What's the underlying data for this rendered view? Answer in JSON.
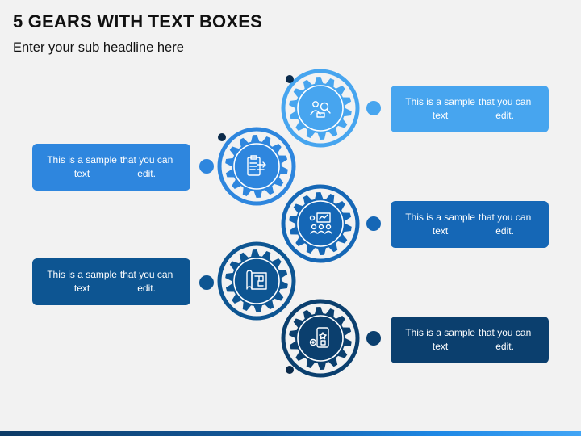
{
  "header": {
    "title": "5 GEARS WITH TEXT BOXES",
    "subtitle": "Enter your sub headline here"
  },
  "steps": [
    {
      "text_line1": "This is a sample text",
      "text_line2": "that you can edit.",
      "color": "#47a5ef",
      "icon": "team-search-icon"
    },
    {
      "text_line1": "This is a sample text",
      "text_line2": "that you can edit.",
      "color": "#2e86de",
      "icon": "clipboard-arrow-icon"
    },
    {
      "text_line1": "This is a sample text",
      "text_line2": "that you can edit.",
      "color": "#1567b6",
      "icon": "team-presentation-icon"
    },
    {
      "text_line1": "This is a sample text",
      "text_line2": "that you can edit.",
      "color": "#0d5592",
      "icon": "blueprint-icon"
    },
    {
      "text_line1": "This is a sample text",
      "text_line2": "that you can edit.",
      "color": "#0b3f6e",
      "icon": "mobile-settings-icon"
    }
  ]
}
